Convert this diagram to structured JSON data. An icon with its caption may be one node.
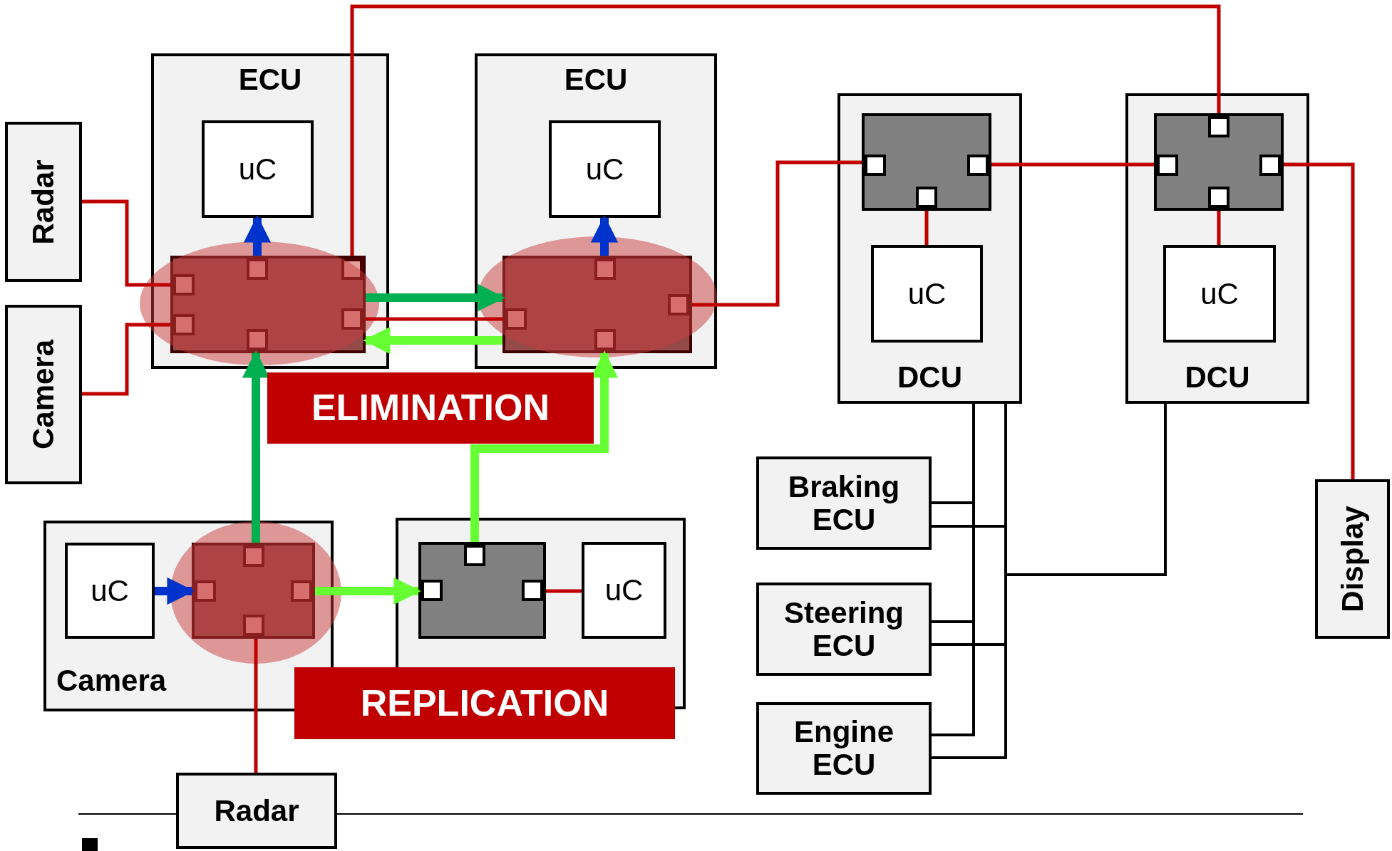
{
  "diagram": {
    "nodes": [
      {
        "text": [
          "Radar"
        ]
      },
      {
        "text": [
          "Camera"
        ]
      },
      {
        "text": [
          "ECU"
        ]
      },
      {
        "text": [
          "uC"
        ],
        "in": 2
      },
      {
        "text": [],
        "shape": "box",
        "in": 2
      },
      {
        "text": [
          "ECU"
        ]
      },
      {
        "text": [
          "uC"
        ],
        "in": 5
      },
      {
        "text": [],
        "shape": "box",
        "in": 5
      },
      {
        "text": [
          "DCU"
        ]
      },
      {
        "text": [],
        "shape": "box",
        "in": 8
      },
      {
        "text": [
          "uC"
        ],
        "in": 8
      },
      {
        "text": [
          "DCU"
        ]
      },
      {
        "text": [],
        "shape": "box",
        "in": 11
      },
      {
        "text": [
          "uC"
        ],
        "in": 11
      },
      {
        "text": [
          "ELIMINATION"
        ]
      },
      {
        "text": [
          "Braking ECU"
        ]
      },
      {
        "text": [
          "Camera"
        ]
      },
      {
        "text": [
          "uC"
        ],
        "in": 16
      },
      {
        "text": [],
        "shape": "box",
        "in": 16
      },
      {
        "text": [],
        "shape": "box"
      },
      {
        "text": [],
        "shape": "box",
        "in": 19
      },
      {
        "text": [
          "uC"
        ],
        "in": 19
      },
      {
        "text": [
          "Steering ECU"
        ]
      },
      {
        "text": [
          "Display"
        ]
      },
      {
        "text": [
          "REPLICATION"
        ]
      },
      {
        "text": [
          "Engine ECU"
        ]
      },
      {
        "text": [
          "Radar"
        ]
      }
    ],
    "edges": [
      {
        "from": 0,
        "to": 4,
        "arrow": "none"
      },
      {
        "from": 1,
        "to": 4,
        "arrow": "none"
      },
      {
        "from": 4,
        "to": 3,
        "arrow": "to",
        "style": "thick",
        "color": "#0033cc"
      },
      {
        "from": 4,
        "to": 7,
        "arrow": "to",
        "style": "thick",
        "color": "#00b050"
      },
      {
        "from": 4,
        "to": 7,
        "arrow": "none"
      },
      {
        "from": 7,
        "to": 4,
        "arrow": "to",
        "style": "thick",
        "color": "#66ff33"
      },
      {
        "from": 7,
        "to": 6,
        "arrow": "to",
        "style": "thick",
        "color": "#0033cc"
      },
      {
        "from": 4,
        "to": 12,
        "arrow": "none"
      },
      {
        "from": 7,
        "to": 9,
        "arrow": "none"
      },
      {
        "from": 9,
        "to": 10,
        "arrow": "none"
      },
      {
        "from": 9,
        "to": 12,
        "arrow": "none"
      },
      {
        "from": 12,
        "to": 13,
        "arrow": "none"
      },
      {
        "from": 12,
        "to": 23,
        "arrow": "none"
      },
      {
        "from": 17,
        "to": 18,
        "arrow": "to",
        "style": "thick",
        "color": "#0033cc"
      },
      {
        "from": 18,
        "to": 4,
        "arrow": "to",
        "style": "thick",
        "color": "#00b050"
      },
      {
        "from": 18,
        "to": 20,
        "arrow": "to",
        "style": "thick",
        "color": "#66ff33"
      },
      {
        "from": 20,
        "to": 7,
        "arrow": "to",
        "style": "thick",
        "color": "#66ff33"
      },
      {
        "from": 20,
        "to": 21,
        "arrow": "none"
      },
      {
        "from": 18,
        "to": 26,
        "arrow": "none"
      },
      {
        "from": 8,
        "to": 15,
        "arrow": "none",
        "color": "#000000"
      },
      {
        "from": 8,
        "to": 15,
        "arrow": "none",
        "color": "#000000"
      },
      {
        "from": 8,
        "to": 22,
        "arrow": "none",
        "color": "#000000"
      },
      {
        "from": 8,
        "to": 22,
        "arrow": "none",
        "color": "#000000"
      },
      {
        "from": 8,
        "to": 25,
        "arrow": "none",
        "color": "#000000"
      },
      {
        "from": 8,
        "to": 25,
        "arrow": "none",
        "color": "#000000"
      },
      {
        "from": 11,
        "to": 8,
        "arrow": "none",
        "color": "#000000"
      },
      {
        "from": 11,
        "to": 15,
        "arrow": "none",
        "color": "#000000"
      },
      {
        "from": 11,
        "to": 22,
        "arrow": "none",
        "color": "#000000"
      },
      {
        "from": 11,
        "to": 25,
        "arrow": "none",
        "color": "#000000"
      }
    ]
  }
}
